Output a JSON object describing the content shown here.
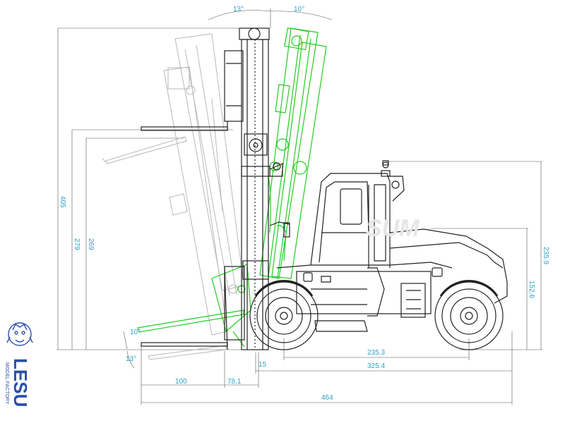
{
  "dimensions": {
    "angle_top_left": "13°",
    "angle_top_right": "10°",
    "angle_fork_top": "10°",
    "angle_fork_bottom": "13°",
    "overall_height": "405",
    "lift_height_279": "279",
    "lift_height_269": "269",
    "cab_height": "235.9",
    "body_height": "152.6",
    "front_overhang": "15",
    "wheelbase": "235.3",
    "body_length": "325.4",
    "fork_length": "100",
    "fork_to_axle": "78.1",
    "overall_length": "464"
  },
  "brand": {
    "name": "LESU",
    "tagline": "MODEL FACTORY",
    "watermark": "SUM"
  },
  "colors": {
    "dimension": "#29a3c9",
    "tilted_mast": "#22cc22",
    "brand": "#2b4ea7"
  }
}
